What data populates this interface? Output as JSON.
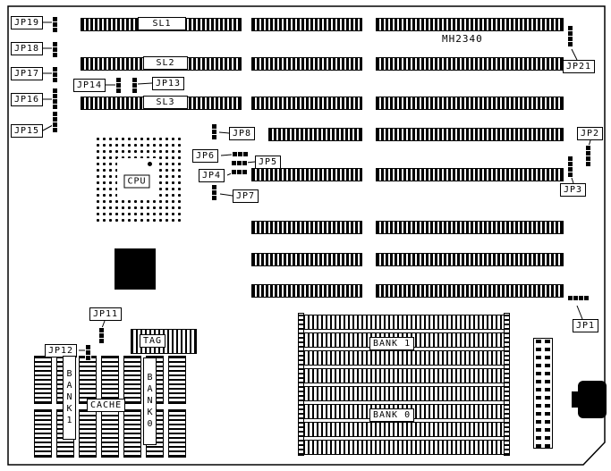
{
  "board": {
    "model": "MH2340"
  },
  "labels": {
    "jp1": "JP1",
    "jp2": "JP2",
    "jp3": "JP3",
    "jp4": "JP4",
    "jp5": "JP5",
    "jp6": "JP6",
    "jp7": "JP7",
    "jp8": "JP8",
    "jp11": "JP11",
    "jp12": "JP12",
    "jp13": "JP13",
    "jp14": "JP14",
    "jp15": "JP15",
    "jp16": "JP16",
    "jp17": "JP17",
    "jp18": "JP18",
    "jp19": "JP19",
    "jp21": "JP21",
    "sl1": "SL1",
    "sl2": "SL2",
    "sl3": "SL3",
    "cpu": "CPU",
    "tag": "TAG",
    "cache": "CACHE",
    "bank1_col": "BANK1",
    "bank0_col": "BANK0",
    "simm_bank1": "BANK 1",
    "simm_bank0": "BANK 0"
  }
}
